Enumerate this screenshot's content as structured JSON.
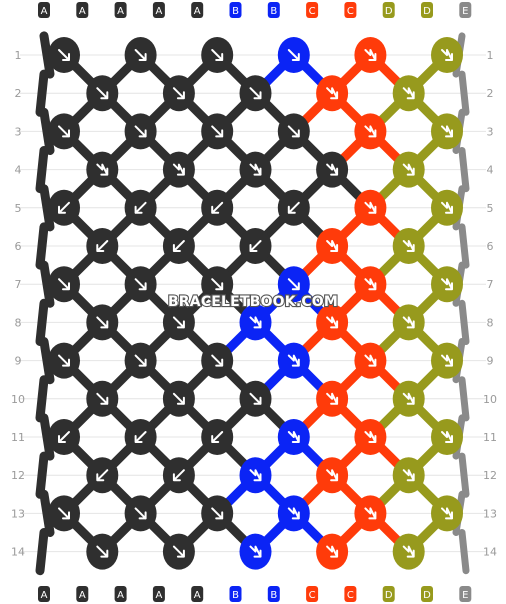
{
  "watermark": "BRACELETBOOK.COM",
  "colors": {
    "A": "#2f2f2f",
    "B": "#0b24f5",
    "C": "#ff3b0a",
    "D": "#979a1d",
    "E": "#8a8a8a"
  },
  "strings_top": [
    "A",
    "A",
    "A",
    "A",
    "A",
    "B",
    "B",
    "C",
    "C",
    "D",
    "D",
    "E"
  ],
  "strings_bottom": [
    "A",
    "A",
    "A",
    "A",
    "A",
    "B",
    "B",
    "C",
    "C",
    "D",
    "D",
    "E"
  ],
  "row_labels": [
    "1",
    "2",
    "3",
    "4",
    "5",
    "6",
    "7",
    "8",
    "9",
    "10",
    "11",
    "12",
    "13",
    "14"
  ],
  "rows": [
    [
      {
        "c": "A",
        "s": "se"
      },
      {
        "c": "A",
        "s": "se"
      },
      {
        "c": "A",
        "s": "se"
      },
      {
        "c": "B",
        "s": "se"
      },
      {
        "c": "C",
        "s": "sei"
      },
      {
        "c": "D",
        "s": "sei"
      }
    ],
    [
      {
        "c": "A",
        "s": "se"
      },
      {
        "c": "A",
        "s": "se"
      },
      {
        "c": "A",
        "s": "se"
      },
      {
        "c": "C",
        "s": "sei"
      },
      {
        "c": "D",
        "s": "sei"
      }
    ],
    [
      {
        "c": "A",
        "s": "se"
      },
      {
        "c": "A",
        "s": "se"
      },
      {
        "c": "A",
        "s": "se"
      },
      {
        "c": "A",
        "s": "se"
      },
      {
        "c": "C",
        "s": "sei"
      },
      {
        "c": "D",
        "s": "sei"
      }
    ],
    [
      {
        "c": "A",
        "s": "sei"
      },
      {
        "c": "A",
        "s": "sei"
      },
      {
        "c": "A",
        "s": "sei"
      },
      {
        "c": "A",
        "s": "sei"
      },
      {
        "c": "D",
        "s": "sei"
      }
    ],
    [
      {
        "c": "A",
        "s": "sw"
      },
      {
        "c": "A",
        "s": "sw"
      },
      {
        "c": "A",
        "s": "sw"
      },
      {
        "c": "A",
        "s": "sw"
      },
      {
        "c": "C",
        "s": "sei"
      },
      {
        "c": "D",
        "s": "sei"
      }
    ],
    [
      {
        "c": "A",
        "s": "sw"
      },
      {
        "c": "A",
        "s": "sw"
      },
      {
        "c": "A",
        "s": "sw"
      },
      {
        "c": "C",
        "s": "sei"
      },
      {
        "c": "D",
        "s": "sei"
      }
    ],
    [
      {
        "c": "A",
        "s": "se"
      },
      {
        "c": "A",
        "s": "se"
      },
      {
        "c": "A",
        "s": "se"
      },
      {
        "c": "B",
        "s": "se"
      },
      {
        "c": "C",
        "s": "sei"
      },
      {
        "c": "D",
        "s": "sei"
      }
    ],
    [
      {
        "c": "A",
        "s": "se"
      },
      {
        "c": "A",
        "s": "se"
      },
      {
        "c": "B",
        "s": "sei"
      },
      {
        "c": "C",
        "s": "sei"
      },
      {
        "c": "D",
        "s": "sei"
      }
    ],
    [
      {
        "c": "A",
        "s": "se"
      },
      {
        "c": "A",
        "s": "se"
      },
      {
        "c": "A",
        "s": "se"
      },
      {
        "c": "B",
        "s": "sei"
      },
      {
        "c": "C",
        "s": "sei"
      },
      {
        "c": "D",
        "s": "sei"
      }
    ],
    [
      {
        "c": "A",
        "s": "se"
      },
      {
        "c": "A",
        "s": "se"
      },
      {
        "c": "A",
        "s": "se"
      },
      {
        "c": "C",
        "s": "sei"
      },
      {
        "c": "D",
        "s": "sei"
      }
    ],
    [
      {
        "c": "A",
        "s": "sw"
      },
      {
        "c": "A",
        "s": "sw"
      },
      {
        "c": "A",
        "s": "sw"
      },
      {
        "c": "B",
        "s": "sei"
      },
      {
        "c": "C",
        "s": "sei"
      },
      {
        "c": "D",
        "s": "sei"
      }
    ],
    [
      {
        "c": "A",
        "s": "sw"
      },
      {
        "c": "A",
        "s": "sw"
      },
      {
        "c": "B",
        "s": "sei"
      },
      {
        "c": "C",
        "s": "sei"
      },
      {
        "c": "D",
        "s": "sei"
      }
    ],
    [
      {
        "c": "A",
        "s": "se"
      },
      {
        "c": "A",
        "s": "se"
      },
      {
        "c": "A",
        "s": "se"
      },
      {
        "c": "B",
        "s": "sei"
      },
      {
        "c": "C",
        "s": "sei"
      },
      {
        "c": "D",
        "s": "sei"
      }
    ],
    [
      {
        "c": "A",
        "s": "se"
      },
      {
        "c": "A",
        "s": "se"
      },
      {
        "c": "B",
        "s": "sei"
      },
      {
        "c": "C",
        "s": "sei"
      },
      {
        "c": "D",
        "s": "sei"
      }
    ]
  ]
}
